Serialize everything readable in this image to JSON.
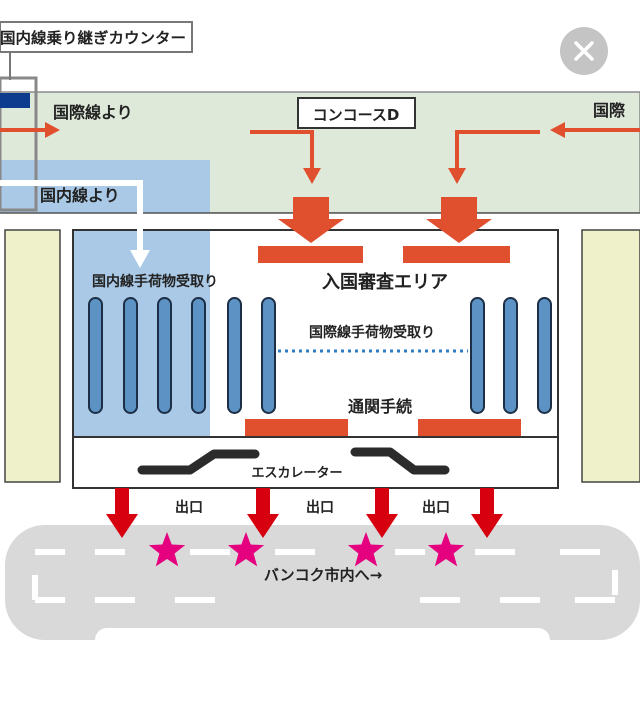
{
  "labels": {
    "transfer_counter": "国内線乗り継ぎカウンター",
    "from_international_left": "国際線より",
    "from_international_right": "国際",
    "concourse": "コンコースD",
    "from_domestic": "国内線より",
    "domestic_baggage": "国内線手荷物受取り",
    "immigration": "入国審査エリア",
    "international_baggage": "国際線手荷物受取り",
    "customs": "通関手続",
    "escalator": "エスカレーター",
    "exit_1": "出口",
    "exit_2": "出口",
    "exit_3": "出口",
    "to_bangkok": "バンコク市内へ→"
  },
  "colors": {
    "concourse_band": "#dfe9da",
    "domestic_area": "#a9c9e6",
    "arrow_orange": "#e0502e",
    "exit_arrow": "#d6000f",
    "star": "#e5007f",
    "carousel_fill": "#5d93c4",
    "side_panel": "#eef1c9",
    "road": "#d9d9d9",
    "dotted_line": "#2e7cc6",
    "counter_blue": "#0d3b8e"
  },
  "icons": {
    "close": "close-icon",
    "star": "star-icon"
  },
  "close_button": {
    "icon": "close-icon"
  }
}
